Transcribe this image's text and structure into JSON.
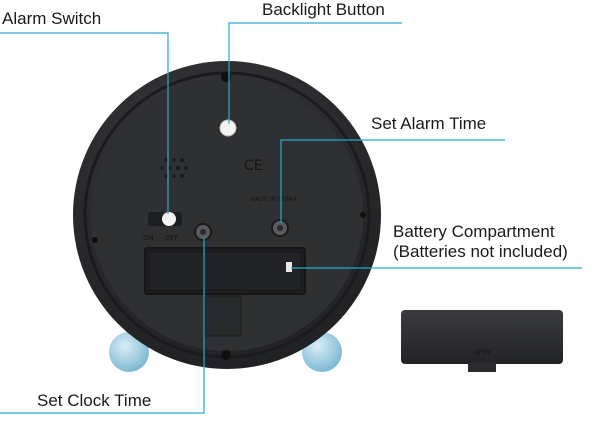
{
  "callouts": {
    "alarm_switch": "Alarm Switch",
    "backlight_button": "Backlight Button",
    "set_alarm_time": "Set Alarm Time",
    "battery_compartment_line1": "Battery Compartment",
    "battery_compartment_line2": "(Batteries not included)",
    "set_clock_time": "Set Clock Time"
  },
  "device_markings": {
    "ce_mark": "CE",
    "switch_on": "ON",
    "switch_off": "OFF",
    "made_in": "MADE IN CHINA",
    "cover_open": "OPEN"
  },
  "colors": {
    "callout_line": "#2aa8cf",
    "clock_body": "#2b2c2e",
    "clock_face": "#333436",
    "feet": "#a9d3e6",
    "knob_white": "#f2f2f2"
  }
}
